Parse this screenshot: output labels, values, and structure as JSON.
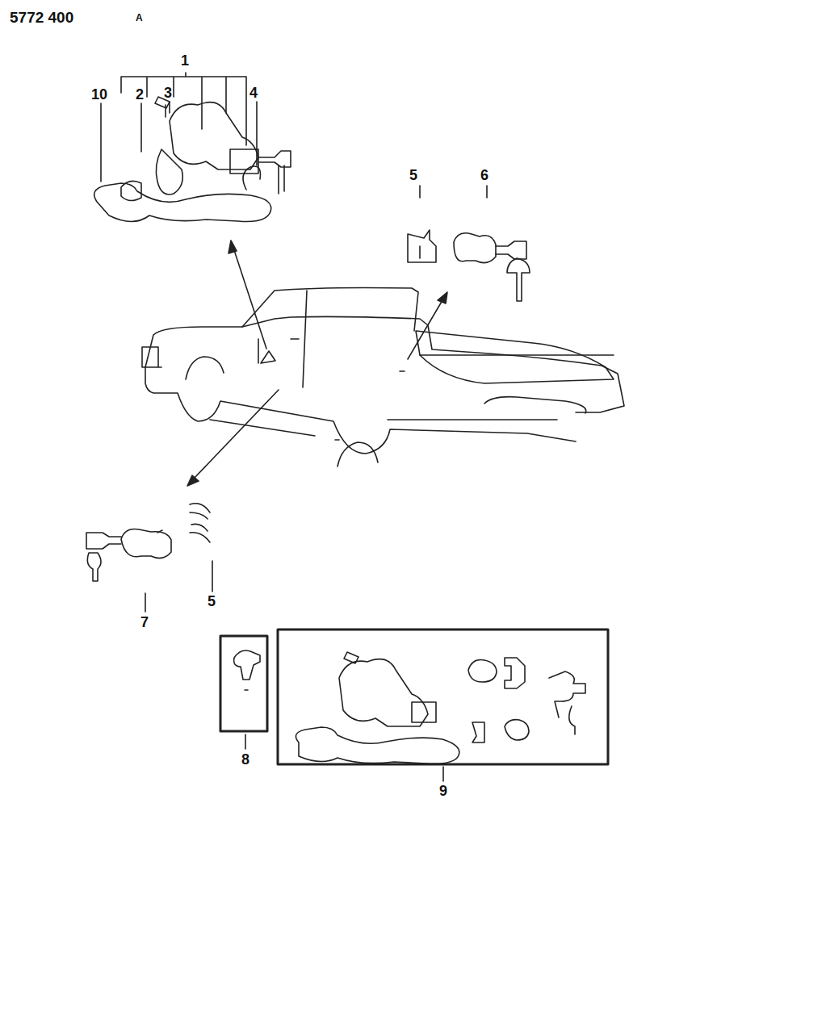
{
  "diagram": {
    "labels": [
      "5772 400",
      "A",
      "1",
      "10",
      "2",
      "3",
      "4",
      "5",
      "6",
      "7",
      "5",
      "8",
      "9"
    ]
  }
}
